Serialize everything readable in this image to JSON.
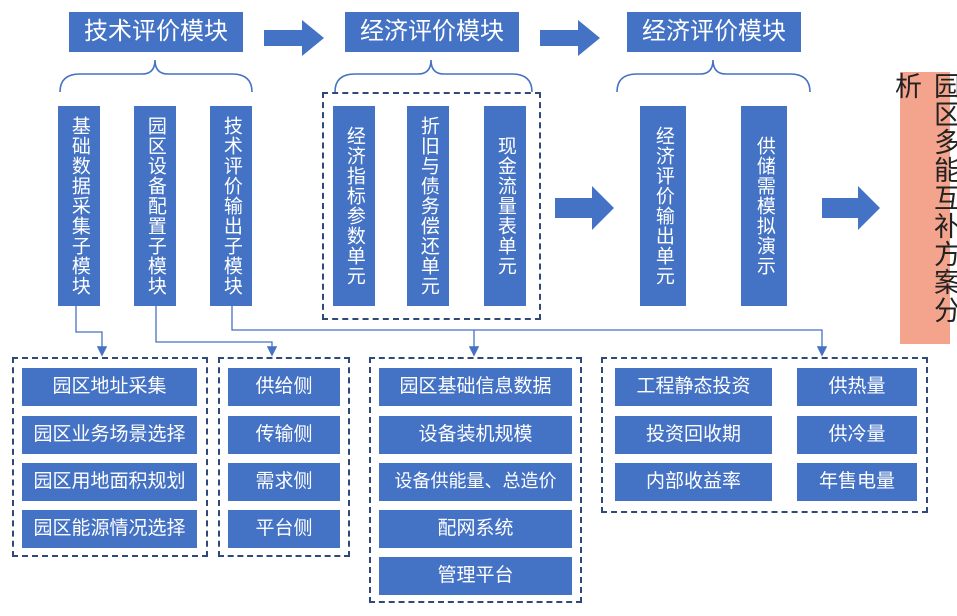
{
  "headers": [
    "技术评价模块",
    "经济评价模块",
    "经济评价模块"
  ],
  "tech_submodules": [
    "基础数据采集子模块",
    "园区设备配置子模块",
    "技术评价输出子模块"
  ],
  "econ_units": [
    "经济指标参数单元",
    "折旧与债务偿还单元",
    "现金流量表单元"
  ],
  "econ_output_units": [
    "经济评价输出单元",
    "供储需模拟演示"
  ],
  "result": "园区多能互补方案分析",
  "group1_items": [
    "园区地址采集",
    "园区业务场景选择",
    "园区用地面积规划",
    "园区能源情况选择"
  ],
  "group2_items": [
    "供给侧",
    "传输侧",
    "需求侧",
    "平台侧"
  ],
  "group3_items": [
    "园区基础信息数据",
    "设备装机规模",
    "设备供能量、总造价",
    "配网系统",
    "管理平台"
  ],
  "group4_left_items": [
    "工程静态投资",
    "投资回收期",
    "内部收益率"
  ],
  "group4_right_items": [
    "供热量",
    "供冷量",
    "年售电量"
  ],
  "colors": {
    "box_fill": "#4472c4",
    "result_fill": "#f4a48c",
    "connector": "#4472c4",
    "dashed_border": "#2f4a7a"
  }
}
